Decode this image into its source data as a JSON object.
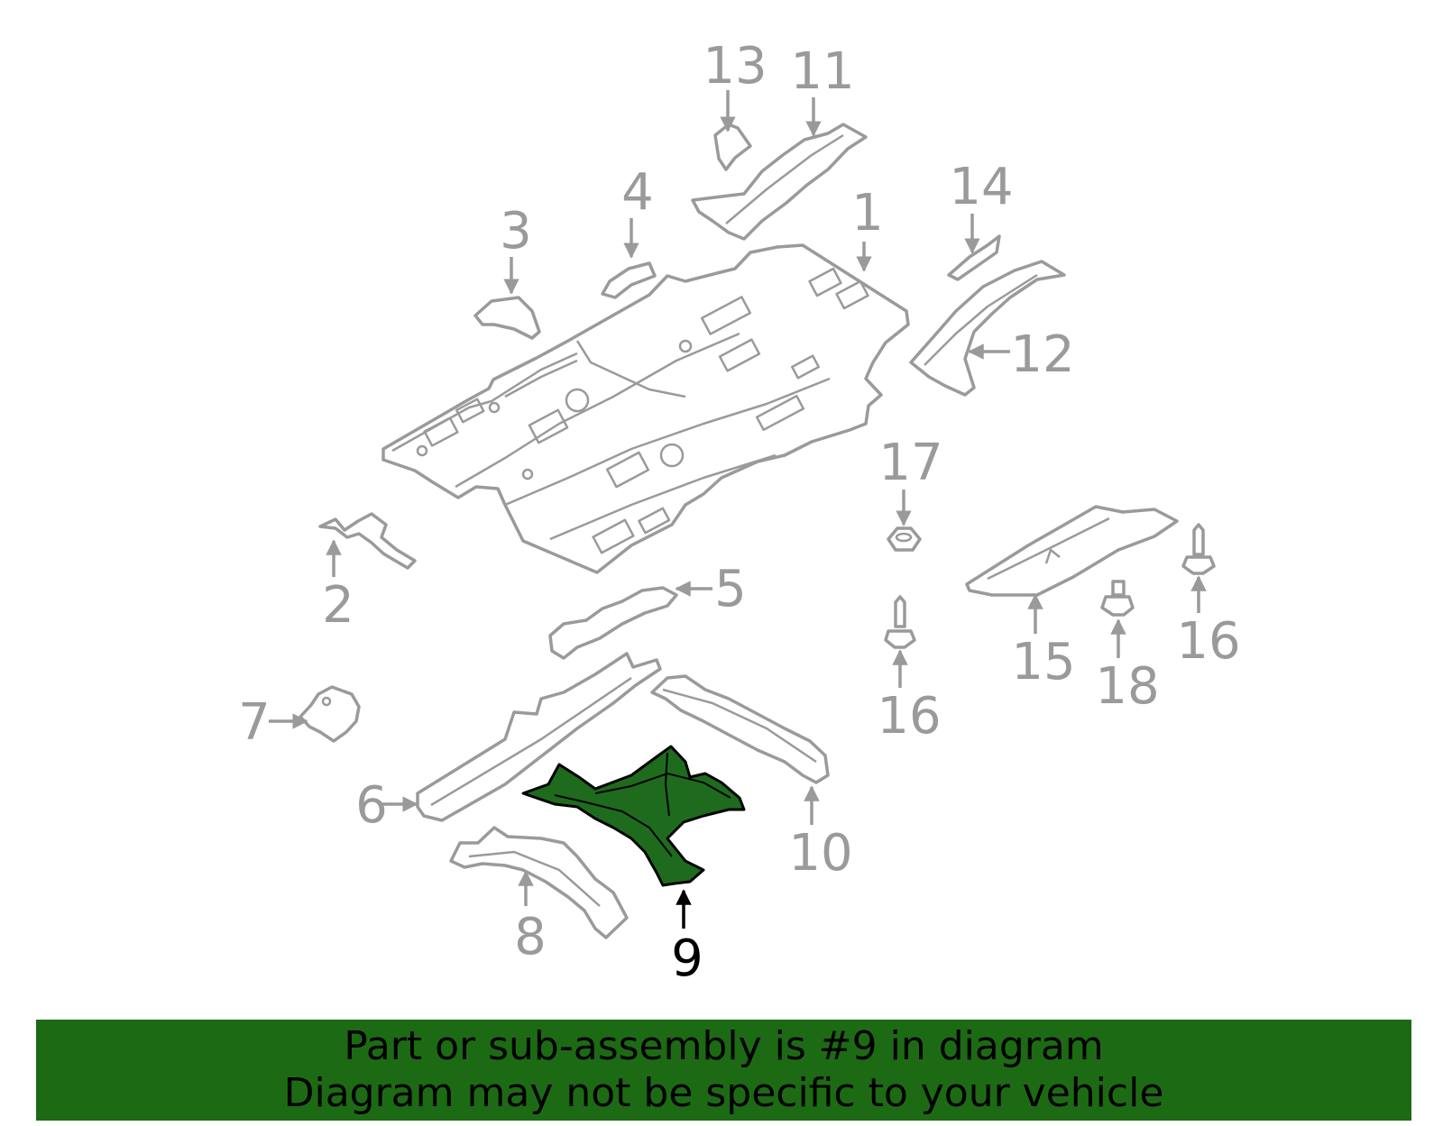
{
  "diagram": {
    "callouts": [
      "1",
      "2",
      "3",
      "4",
      "5",
      "6",
      "7",
      "8",
      "9",
      "10",
      "11",
      "12",
      "13",
      "14",
      "15",
      "16",
      "16",
      "17",
      "18"
    ],
    "highlighted_part": "9",
    "colors": {
      "part_line": "#9a9a9a",
      "highlight_fill": "#1e6b1e",
      "banner_bg": "#1d6a14"
    }
  },
  "banner": {
    "line1": "Part or sub-assembly is #9 in diagram",
    "line2": "Diagram may not be specific to your vehicle"
  }
}
